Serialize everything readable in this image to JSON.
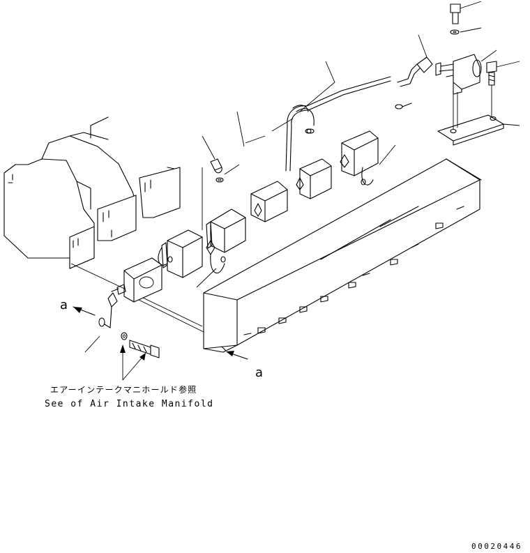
{
  "callouts": {
    "label_left": "a",
    "label_bottom": "a"
  },
  "note": {
    "line_jp": "エアーインテークマニホールド参照",
    "line_en": "See of Air Intake Manifold"
  },
  "drawing_number": "00020446",
  "colors": {
    "ink": "#000000",
    "paper": "#ffffff"
  }
}
